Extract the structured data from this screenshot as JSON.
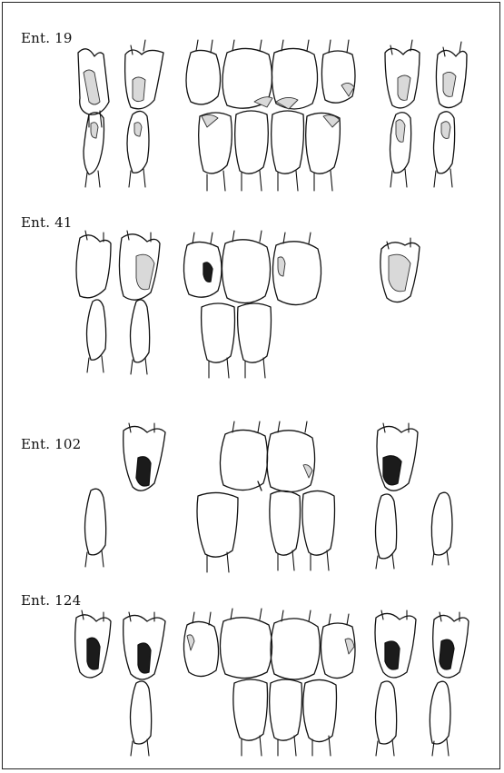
{
  "figure": {
    "groups": [
      {
        "id": "ent-19",
        "label": "Ent. 19"
      },
      {
        "id": "ent-41",
        "label": "Ent. 41"
      },
      {
        "id": "ent-102",
        "label": "Ent. 102"
      },
      {
        "id": "ent-124",
        "label": "Ent. 124"
      }
    ],
    "colors": {
      "ink": "#111111",
      "lesion": "#1b1b1b",
      "wear": "#d9d9d9",
      "border": "#222222"
    }
  }
}
